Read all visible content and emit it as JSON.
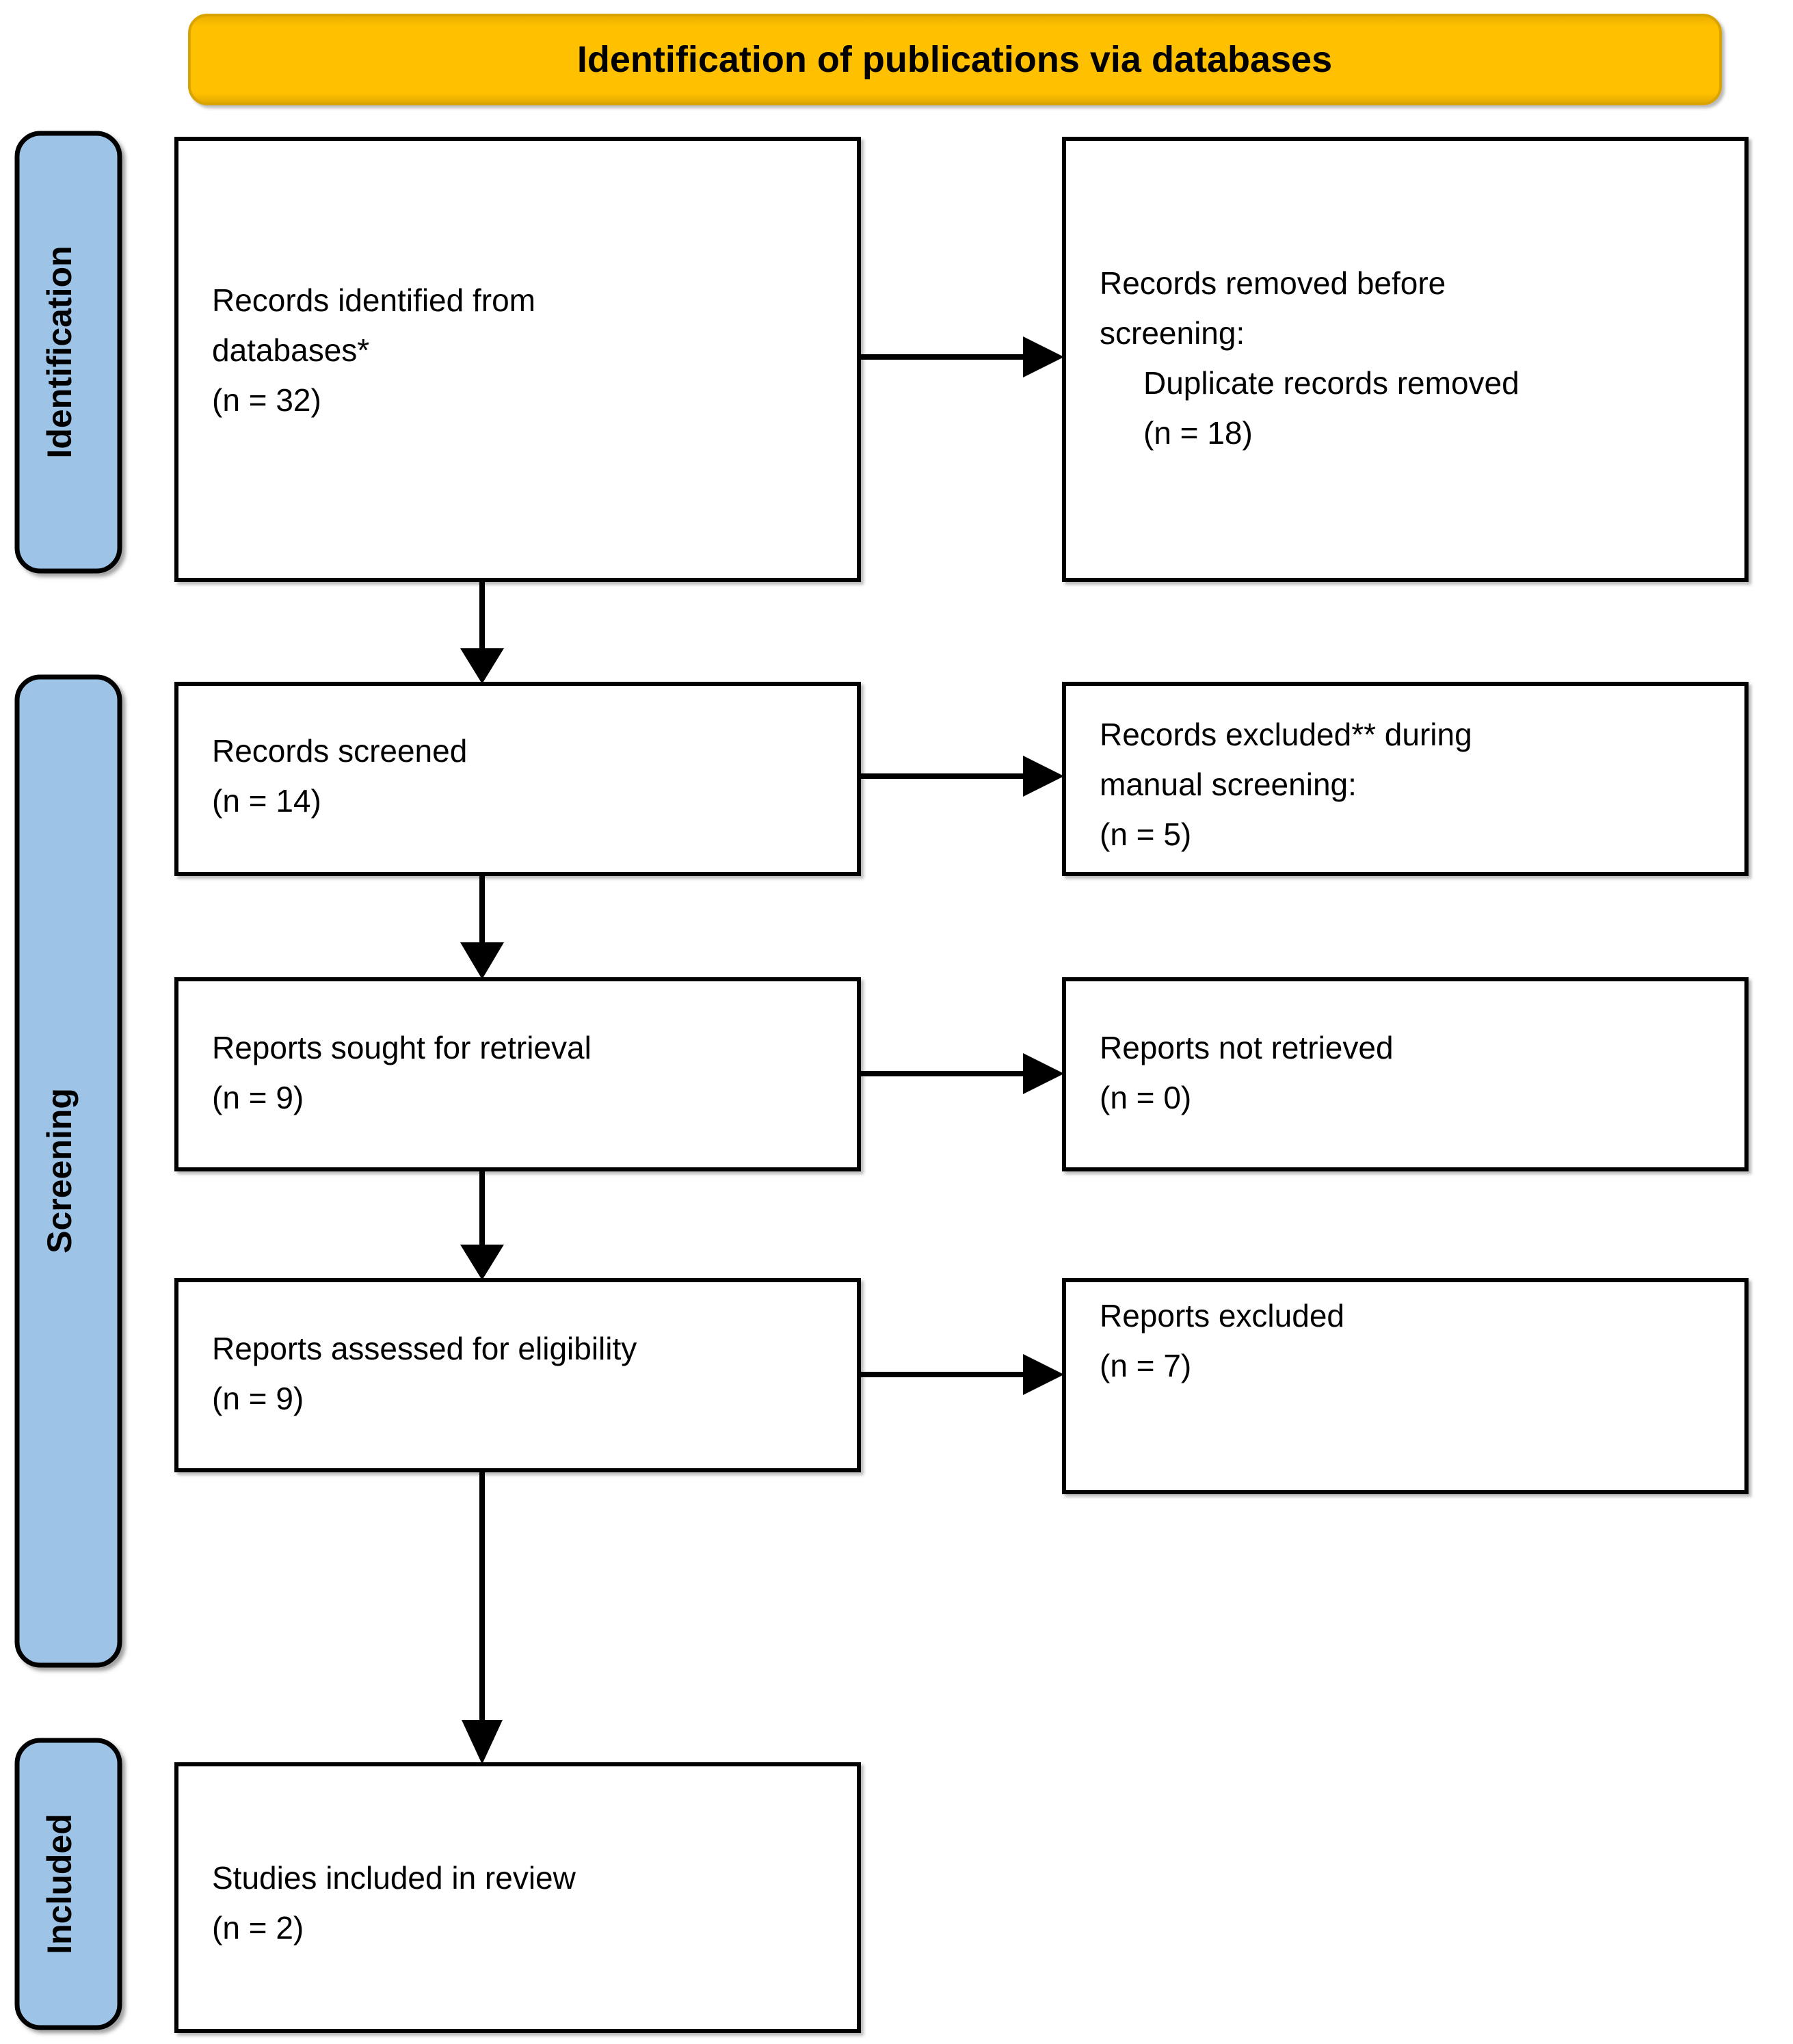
{
  "figure": {
    "type": "prisma-flow-diagram",
    "title": "Identification of publications via databases"
  },
  "banner": {
    "label": "Identification of publications via databases",
    "color": "#FFC000"
  },
  "stages": [
    {
      "id": "identification",
      "label": "Identification",
      "color": "#9DC3E6"
    },
    {
      "id": "screening",
      "label": "Screening",
      "color": "#9DC3E6"
    },
    {
      "id": "included",
      "label": "Included",
      "color": "#9DC3E6"
    }
  ],
  "boxes": {
    "records_identified": {
      "line1": "Records identified from",
      "line2": "databases*",
      "count_line": "(n = 32)",
      "n": 32
    },
    "records_removed": {
      "line1_plain": "Records removed ",
      "line1_italic": "before",
      "line2_italic": "screening",
      "line2_plain": ":",
      "line3": "Duplicate records removed",
      "count_line": "(n = 18)",
      "n": 18
    },
    "records_screened": {
      "line1": "Records screened",
      "count_line": "(n = 14)",
      "n": 14
    },
    "records_excluded": {
      "line1": "Records excluded** during",
      "line2": "manual screening:",
      "count_line": "(n = 5)",
      "n": 5
    },
    "reports_sought": {
      "line1": "Reports sought for retrieval",
      "count_line": "(n = 9)",
      "n": 9
    },
    "reports_not_retrieved": {
      "line1": "Reports not retrieved",
      "count_line": "(n = 0)",
      "n": 0
    },
    "reports_assessed": {
      "line1": "Reports assessed for eligibility",
      "count_line": "(n = 9)",
      "n": 9
    },
    "reports_excluded": {
      "line1": "Reports excluded",
      "count_line": "(n = 7)",
      "n": 7
    },
    "studies_included": {
      "line1": "Studies included in review",
      "count_line": "(n = 2)",
      "n": 2
    }
  }
}
